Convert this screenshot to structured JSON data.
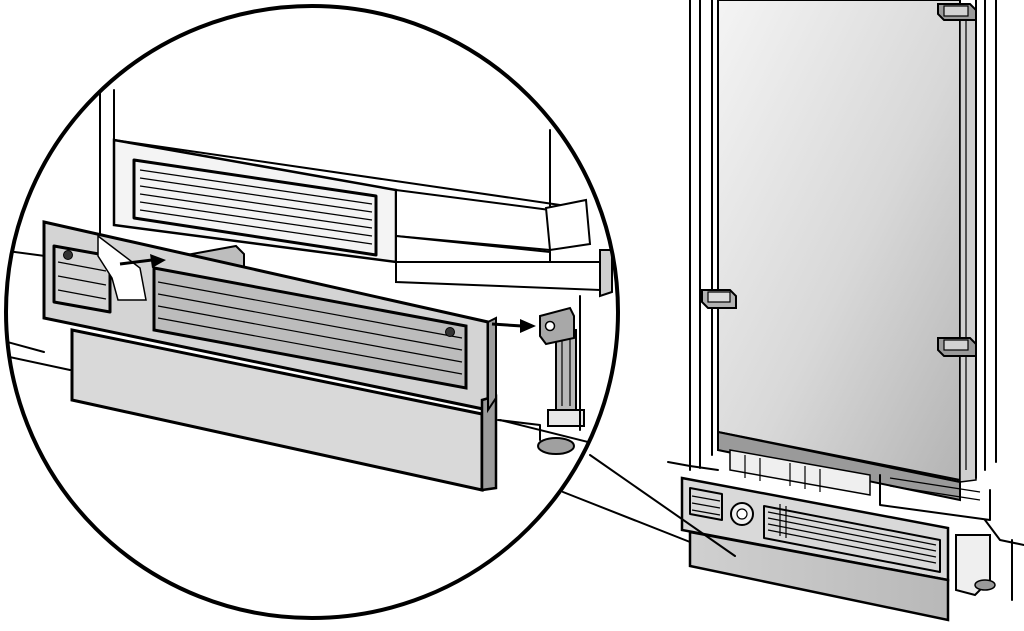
{
  "figure": {
    "description_text": "",
    "colors": {
      "background": "#ffffff",
      "line": "#000000",
      "panel_light": "#e6e6e6",
      "panel_mid": "#c8c8c8",
      "panel_dark": "#8c8c8c",
      "door_gradient_start": "#f4f4f4",
      "door_gradient_end": "#b4b4b4"
    },
    "parts": {
      "magnifier": "magnified-detail-circle",
      "appliance": "built-in-refrigerator",
      "toe_kick": "ventilation-grille-plinth",
      "fixture": "plinth-mounting-bracket",
      "direction": "arrow-icon"
    }
  }
}
